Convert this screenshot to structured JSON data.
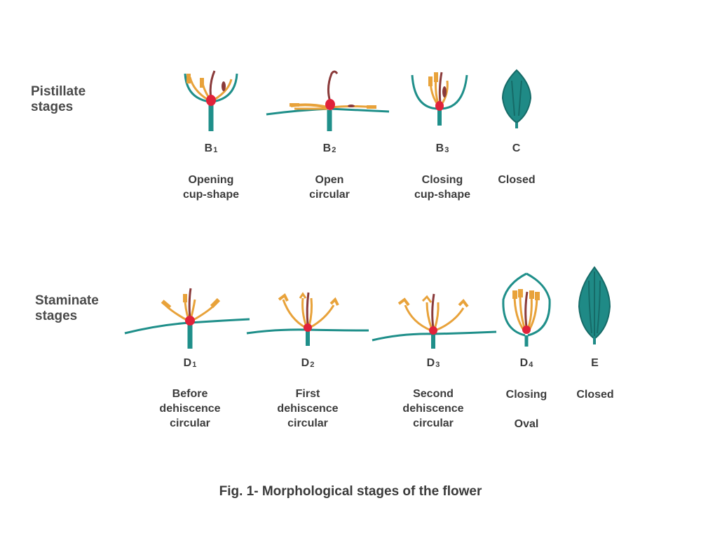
{
  "rows": {
    "pistillate": {
      "label_lines": [
        "Pistillate",
        "stages"
      ]
    },
    "staminate": {
      "label_lines": [
        "Staminate",
        "stages"
      ]
    }
  },
  "stages": {
    "b1": {
      "code": "B",
      "sub": "1",
      "lines": [
        "Opening",
        "cup-shape"
      ]
    },
    "b2": {
      "code": "B",
      "sub": "2",
      "lines": [
        "Open",
        "circular"
      ]
    },
    "b3": {
      "code": "B",
      "sub": "3",
      "lines": [
        "Closing",
        "cup-shape"
      ]
    },
    "c": {
      "code": "C",
      "sub": "",
      "lines": [
        "Closed"
      ]
    },
    "d1": {
      "code": "D",
      "sub": "1",
      "lines": [
        "Before",
        "dehiscence",
        "circular"
      ]
    },
    "d2": {
      "code": "D",
      "sub": "2",
      "lines": [
        "First",
        "dehiscence",
        "circular"
      ]
    },
    "d3": {
      "code": "D",
      "sub": "3",
      "lines": [
        "Second",
        "dehiscence",
        "circular"
      ]
    },
    "d4": {
      "code": "D",
      "sub": "4",
      "lines": [
        "Closing",
        "",
        "Oval"
      ]
    },
    "e": {
      "code": "E",
      "sub": "",
      "lines": [
        "Closed"
      ]
    }
  },
  "caption": "Fig. 1- Morphological stages of the flower",
  "colors": {
    "stem": "#1f8f8a",
    "stamen": "#e8a23a",
    "ovary": "#e0223a",
    "style": "#8a3a3a",
    "bud": "#1f8a86"
  }
}
